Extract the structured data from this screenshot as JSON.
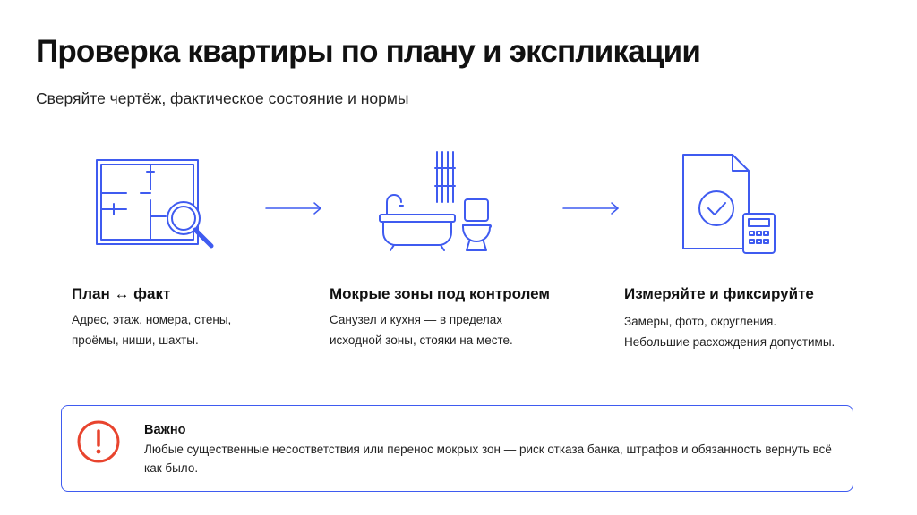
{
  "header": {
    "title": "Проверка квартиры по плану и экспликации",
    "subtitle": "Сверяйте чертёж, фактическое состояние и нормы"
  },
  "steps": [
    {
      "icon": "floor-plan-magnifier-icon",
      "title": "План ↔ факт",
      "desc_lines": [
        "Адрес, этаж, номера, стены,",
        "проёмы, ниши, шахты."
      ]
    },
    {
      "icon": "bathroom-fixtures-icon",
      "title": "Мокрые зоны под контролем",
      "desc_lines": [
        "Санузел и кухня — в пределах",
        "исходной зоны, стояки на месте."
      ]
    },
    {
      "icon": "document-calculator-icon",
      "title": "Измеряйте и фиксируйте",
      "desc_lines": [
        "Замеры, фото, округления.",
        "Небольшие расхождения допустимы."
      ]
    }
  ],
  "notice": {
    "icon": "exclamation-circle-icon",
    "title": "Важно",
    "text": "Любые существенные несоответствия или перенос мокрых зон — риск отказа банка, штрафов и обязанность вернуть всё как было."
  },
  "colors": {
    "accent": "#3f5bf0",
    "warning": "#e8442e",
    "text": "#111111"
  }
}
